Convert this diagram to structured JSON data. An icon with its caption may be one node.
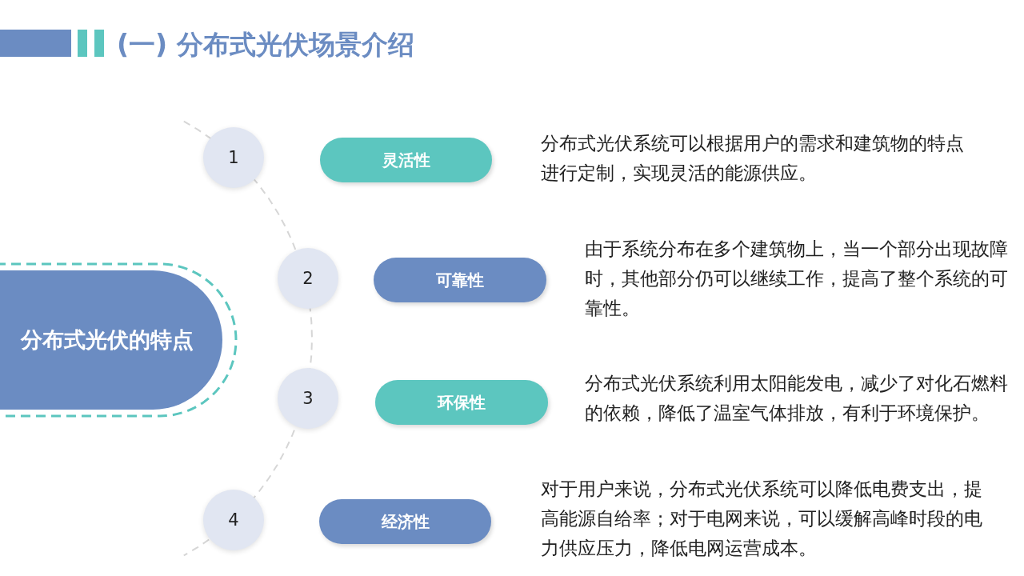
{
  "diagram": {
    "title": "(一) 分布式光伏场景介绍",
    "nodes": [
      {
        "text": [
          "分布式光伏的特点"
        ]
      },
      {
        "text": [
          "1"
        ]
      },
      {
        "text": [
          "灵活性"
        ],
        "beside": [
          "分布式光伏系统可以根据用户的需求和建筑物的特点进行定制，实现灵活的能源供应。"
        ]
      },
      {
        "text": [
          "2"
        ]
      },
      {
        "text": [
          "可靠性"
        ],
        "beside": [
          "由于系统分布在多个建筑物上，当一个部分出现故障时，其他部分仍可以继续工作，提高了整个系统的可靠性。"
        ]
      },
      {
        "text": [
          "3"
        ]
      },
      {
        "text": [
          "环保性"
        ],
        "beside": [
          "分布式光伏系统利用太阳能发电，减少了对化石燃料的依赖，降低了温室气体排放，有利于环境保护。"
        ]
      },
      {
        "text": [
          "4"
        ]
      },
      {
        "text": [
          "经济性"
        ],
        "beside": [
          "对于用户来说，分布式光伏系统可以降低电费支出，提高能源自给率；对于电网来说，可以缓解高峰时段的电力供应压力，降低电网运营成本。"
        ]
      }
    ]
  }
}
